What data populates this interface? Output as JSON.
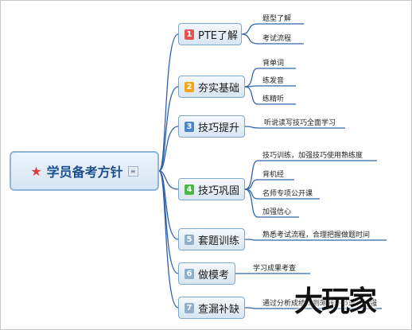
{
  "root": {
    "label": "学员备考方针",
    "note_icon": "note-icon"
  },
  "branches": [
    {
      "number": "1",
      "badge_color": "#e25454",
      "label": "PTE了解",
      "leaves": [
        "题型了解",
        "考试流程"
      ]
    },
    {
      "number": "2",
      "badge_color": "#f2a71b",
      "label": "夯实基础",
      "leaves": [
        "背单词",
        "练发音",
        "练精听"
      ]
    },
    {
      "number": "3",
      "badge_color": "#4a86c8",
      "label": "技巧提升",
      "leaves": [
        "听说读写技巧全面学习"
      ]
    },
    {
      "number": "4",
      "badge_color": "#4cb648",
      "label": "技巧巩固",
      "leaves": [
        "技巧训练，加强技巧使用熟练度",
        "背机经",
        "名师专项公开课",
        "加强信心"
      ]
    },
    {
      "number": "5",
      "badge_color": "#8fb0c8",
      "label": "套题训练",
      "leaves": [
        "熟悉考试流程，合理把握做题时间"
      ]
    },
    {
      "number": "6",
      "badge_color": "#8fb0c8",
      "label": "做模考",
      "leaves": [
        "学习成果考查"
      ]
    },
    {
      "number": "7",
      "badge_color": "#8fb0c8",
      "label": "查漏补缺",
      "leaves": [
        "通过分析成绩找到薄弱环节进行加强"
      ]
    }
  ],
  "colors": {
    "link": "#2f63a8",
    "leaf_underline": "#2f63a8"
  },
  "watermark": "大玩家"
}
